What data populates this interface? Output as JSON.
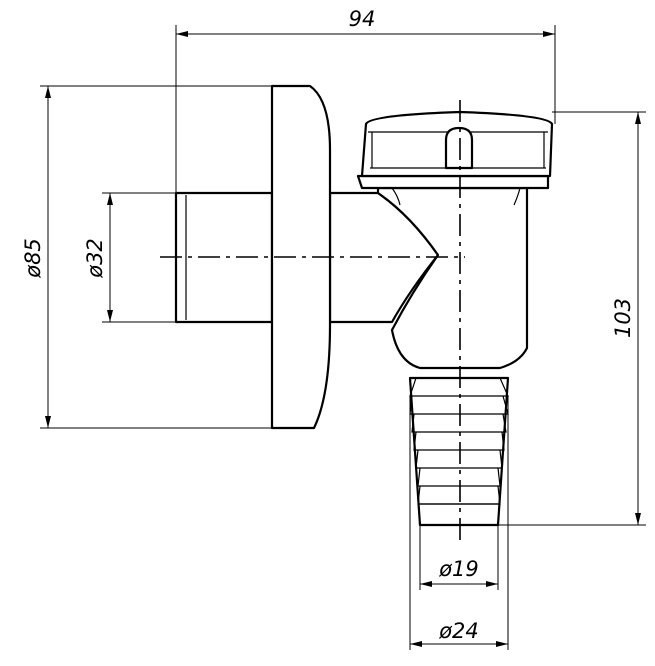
{
  "drawing": {
    "dimensions": {
      "overall_width": "94",
      "flange_diameter": "ø85",
      "inlet_diameter": "ø32",
      "overall_height": "103",
      "hose_inner_diameter": "ø19",
      "hose_outer_diameter": "ø24"
    },
    "colors": {
      "line": "#000000",
      "background": "#ffffff"
    }
  }
}
